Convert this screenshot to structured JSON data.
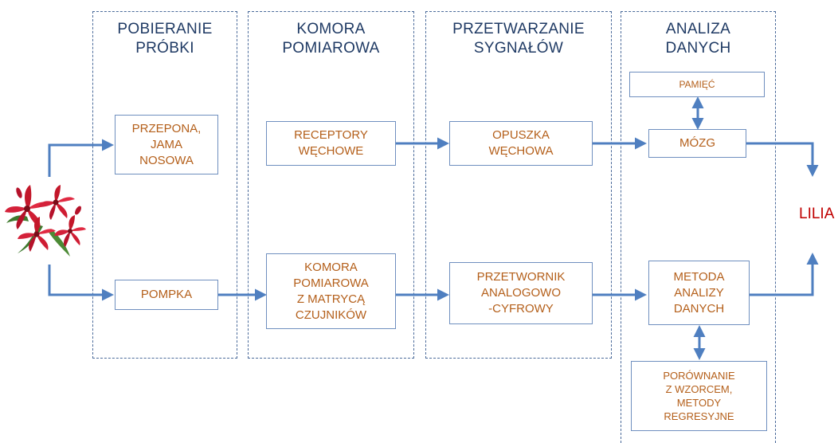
{
  "columns": [
    {
      "title": "POBIERANIE\nPRÓBKI"
    },
    {
      "title": "KOMORA\nPOMIAROWA"
    },
    {
      "title": "PRZETWARZANIE\nSYGNAŁÓW"
    },
    {
      "title": "ANALIZA\nDANYCH"
    }
  ],
  "nodes": {
    "przepona": "PRZEPONA,\nJAMA\nNOSOWA",
    "pompka": "POMPKA",
    "receptory": "RECEPTORY\nWĘCHOWE",
    "komora": "KOMORA\nPOMIAROWA\nZ MATRYCĄ\nCZUJNIKÓW",
    "opuszka": "OPUSZKA\nWĘCHOWA",
    "przetwornik": "PRZETWORNIK\nANALOGOWO\n-CYFROWY",
    "pamiec": "PAMIĘĆ",
    "mozg": "MÓZG",
    "metoda": "METODA\nANALIZY\nDANYCH",
    "porownanie": "PORÓWNANIE\nZ WZORCEM,\nMETODY\nREGRESYJNE"
  },
  "result": "LILIA",
  "colors": {
    "column_border": "#4a6a9a",
    "title": "#1f3a64",
    "node_text": "#b45f1a",
    "node_border": "#6f8fbf",
    "arrow": "#4f7fc0",
    "result": "#c00000"
  }
}
